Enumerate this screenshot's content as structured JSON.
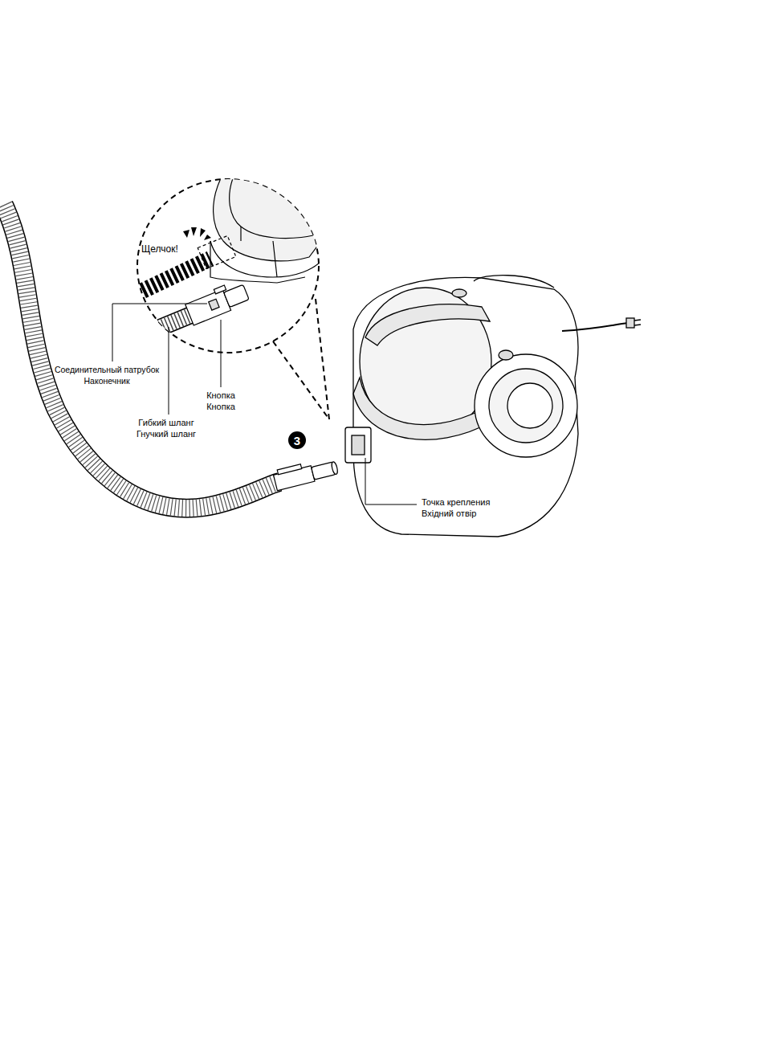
{
  "diagram": {
    "nodes": [
      {
        "text": [
          "3"
        ]
      }
    ],
    "labels": [
      "Щелчок!",
      "Соединительный патрубок",
      "Наконечник",
      "Кнопка",
      "Кнопка",
      "Гибкий шланг",
      "Гнучкий шланг",
      "Точка крепления",
      "Вхідний отвір"
    ]
  }
}
